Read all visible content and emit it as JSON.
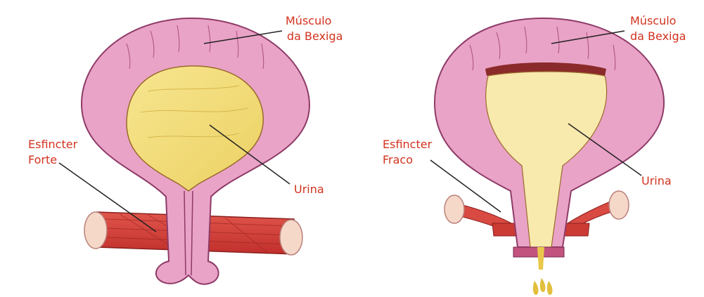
{
  "left_panel": {
    "label_muscle_line1": "Músculo",
    "label_muscle_line2": "da Bexiga",
    "label_sphincter_line1": "Esfincter",
    "label_sphincter_line2": "Forte",
    "label_urine": "Urina"
  },
  "right_panel": {
    "label_muscle_line1": "Músculo",
    "label_muscle_line2": "da Bexiga",
    "label_sphincter_line1": "Esfincter",
    "label_sphincter_line2": "Fraco",
    "label_urine": "Urina"
  },
  "colors": {
    "label_text": "#d2321e",
    "bladder_wall": "#e9a3c7",
    "bladder_outline": "#8e3a67",
    "urine_left": "#f3df7c",
    "urine_right": "#f8e9ad",
    "muscle": "#d23f3a",
    "bone": "#f6d8c9"
  }
}
